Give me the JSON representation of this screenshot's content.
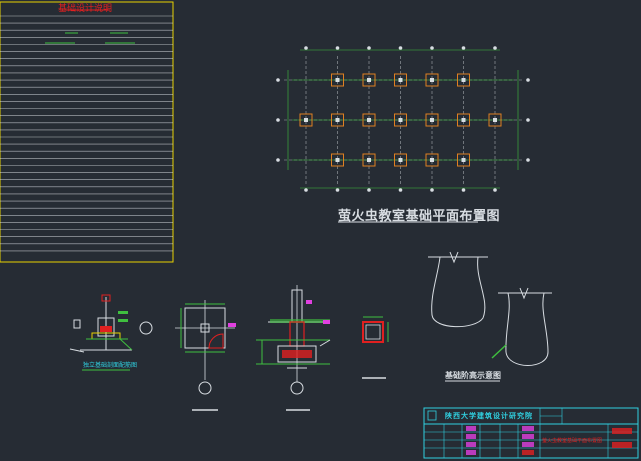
{
  "notes_panel": {
    "heading": "基础设计说明",
    "row_count": 34
  },
  "plan": {
    "title": "萤火虫教室基础平面布置图",
    "grid_cols": 7,
    "grid_rows": 3,
    "footing_columns": [
      1,
      2,
      3,
      4,
      5
    ],
    "edge_footing_columns": [
      0,
      6
    ]
  },
  "details": {
    "section_caption": "独立基础剖面配筋图",
    "connection_caption": "基础阶高示意图"
  },
  "title_block": {
    "school_name": "陕西大学建筑设计研究院",
    "drawing_name": "萤火虫教室基础平面布置图"
  },
  "colors": {
    "background": "#262c34",
    "line_white": "#d8dde2",
    "green": "#3fbf3f",
    "yellow": "#e8d200",
    "red": "#e02020",
    "magenta": "#e040e0",
    "cyan": "#30d0e0",
    "orange": "#e08020"
  }
}
